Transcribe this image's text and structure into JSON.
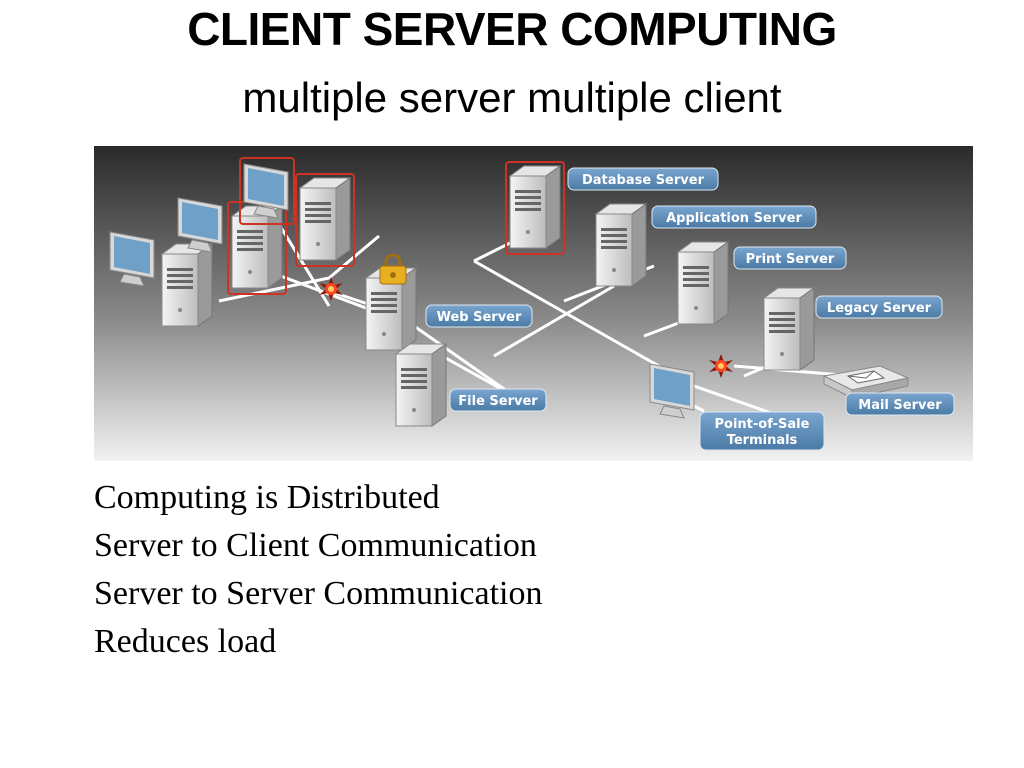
{
  "slide": {
    "title": "CLIENT SERVER COMPUTING",
    "subtitle": "multiple server multiple client"
  },
  "diagram": {
    "labels": {
      "database_server": "Database Server",
      "application_server": "Application Server",
      "print_server": "Print Server",
      "legacy_server": "Legacy Server",
      "web_server": "Web Server",
      "file_server": "File Server",
      "mail_server": "Mail Server",
      "pos_line1": "Point-of-Sale",
      "pos_line2": "Terminals"
    },
    "colors": {
      "label_fill": "#5b8cb8",
      "highlight": "#cc3322",
      "background_top": "#2a2a2a",
      "background_bottom": "#f2f2f2"
    }
  },
  "bullets": [
    "Computing is Distributed",
    "Server to Client Communication",
    "Server to Server Communication",
    "Reduces load"
  ]
}
